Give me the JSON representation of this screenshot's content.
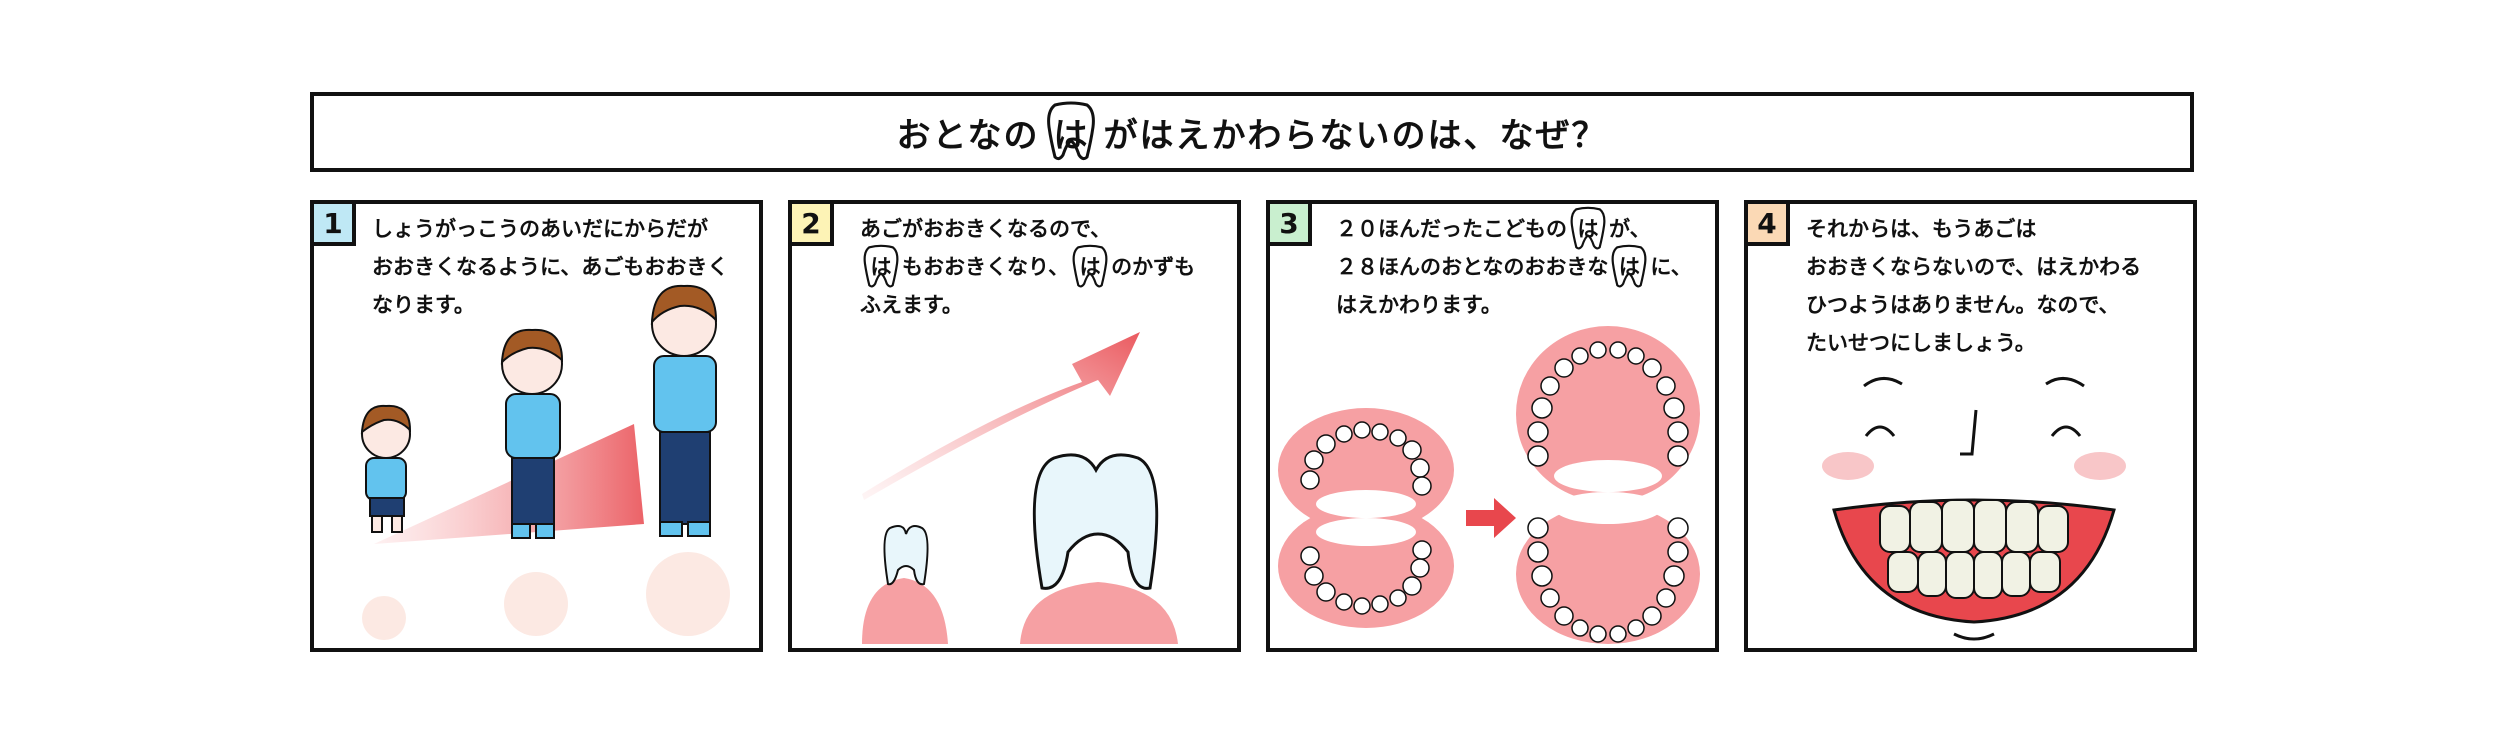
{
  "title": {
    "before": "おとなの",
    "tooth_char": "は",
    "after": "がはえかわらないのは、なぜ？"
  },
  "panels": [
    {
      "number": "1",
      "badge_color": "#bfe8f5",
      "lines": [
        "しょうがっこうのあいだにからだが",
        "おおきくなるように、あごもおおきく",
        "なります。"
      ]
    },
    {
      "number": "2",
      "badge_color": "#fdf3b6",
      "line1": "あごがおおきくなるので、",
      "line2_mid": "もおおきくなり、",
      "line2_end": "のかずも",
      "line3": "ふえます。"
    },
    {
      "number": "3",
      "badge_color": "#c9efcf",
      "line1_pre": "２０ほんだったこどもの",
      "line1_post": "が、",
      "line2_pre": "２８ほんのおとなのおおきな",
      "line2_post": "に、",
      "line3": "はえかわります。"
    },
    {
      "number": "4",
      "badge_color": "#fbd9b5",
      "lines": [
        "それからは、もうあごは",
        "おおきくならないので、はえかわる",
        "ひつようはありません。なので、",
        "たいせつにしましょう。"
      ]
    }
  ],
  "colors": {
    "shirt": "#62c3ee",
    "pants": "#1f3f72",
    "hair": "#a35a25",
    "gum": "#f6a0a3",
    "arrow": "#e8474d"
  }
}
